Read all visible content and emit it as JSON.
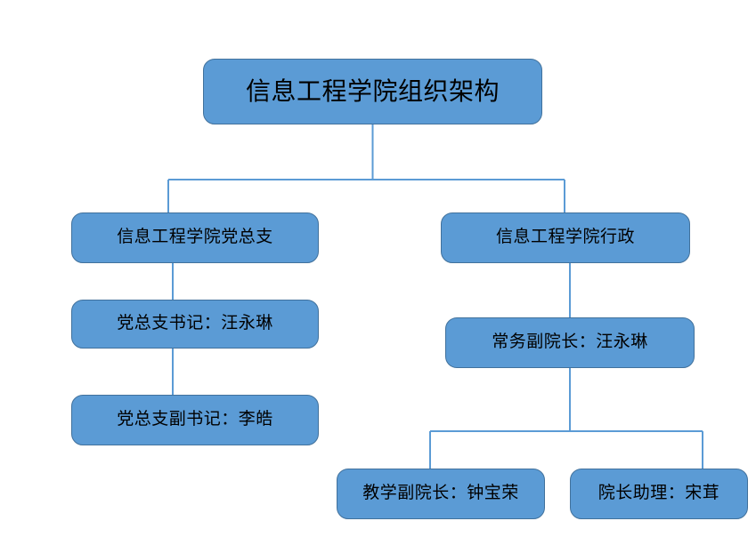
{
  "chart": {
    "title": "信息工程学院组织架构",
    "type": "org-chart",
    "background_color": "#FFFFFF",
    "node_fill_color": "#5B9BD5",
    "node_border_color": "#41719C",
    "connector_color": "#5B9BD5",
    "text_color": "#000000"
  },
  "nodes": {
    "root": {
      "label": "信息工程学院组织架构"
    },
    "party": {
      "label": "信息工程学院党总支"
    },
    "party_secretary": {
      "label": "党总支书记：汪永琳"
    },
    "party_vice_secretary": {
      "label": "党总支副书记：李皓"
    },
    "admin": {
      "label": "信息工程学院行政"
    },
    "exec_vice_dean": {
      "label": "常务副院长：汪永琳"
    },
    "teaching_vice_dean": {
      "label": "教学副院长：钟宝荣"
    },
    "dean_assistant": {
      "label": "院长助理：宋茸"
    }
  },
  "hierarchy": [
    {
      "parent": "root",
      "children": [
        "party",
        "admin"
      ]
    },
    {
      "parent": "party",
      "children": [
        "party_secretary",
        "party_vice_secretary"
      ]
    },
    {
      "parent": "admin",
      "children": [
        "exec_vice_dean"
      ]
    },
    {
      "parent": "exec_vice_dean",
      "children": [
        "teaching_vice_dean",
        "dean_assistant"
      ]
    }
  ]
}
